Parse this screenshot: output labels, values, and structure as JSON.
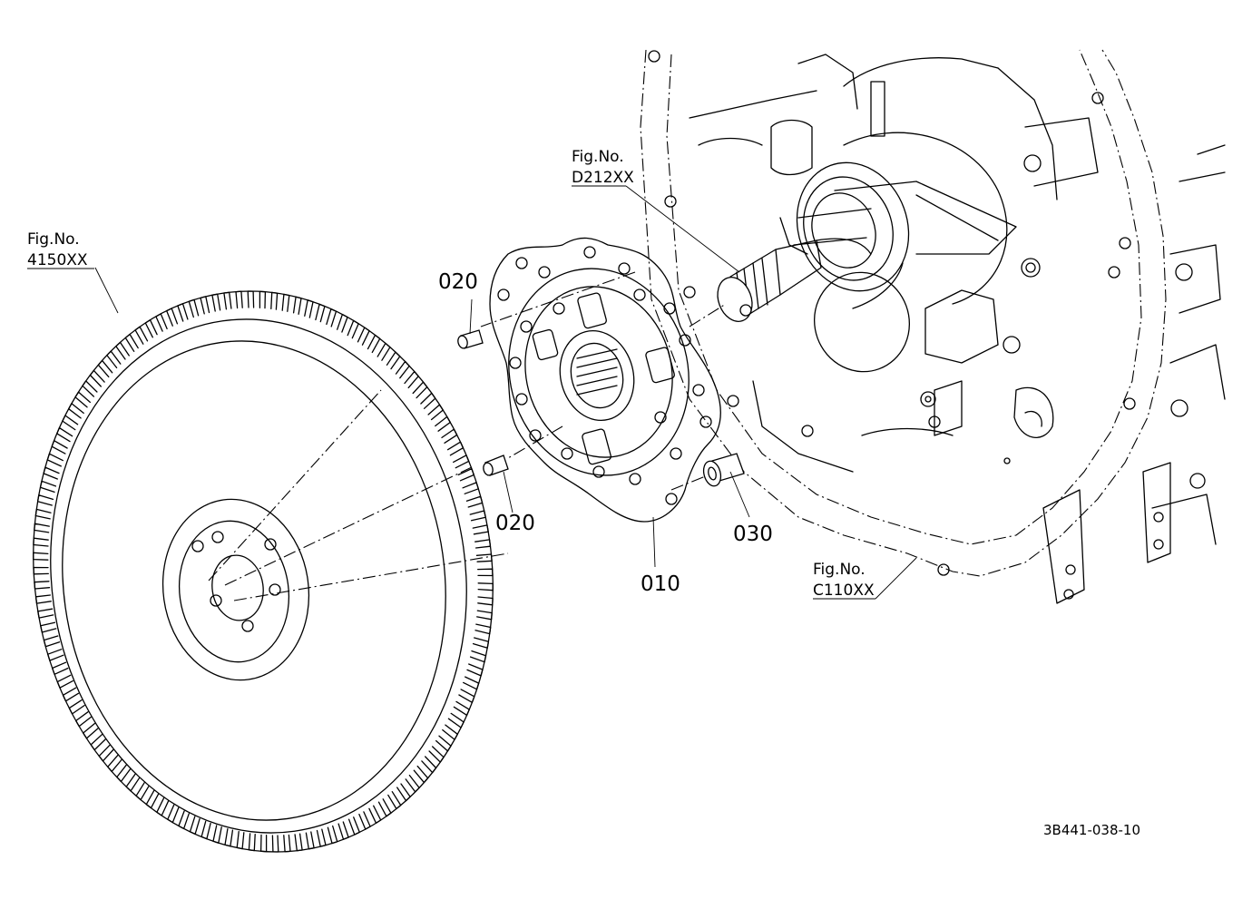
{
  "callouts": {
    "part_010": "010",
    "part_020_upper": "020",
    "part_020_lower": "020",
    "part_030": "030"
  },
  "figure_refs": {
    "flywheel": {
      "label": "Fig.No.",
      "number": "4150XX"
    },
    "shaft": {
      "label": "Fig.No.",
      "number": "D212XX"
    },
    "housing": {
      "label": "Fig.No.",
      "number": "C110XX"
    }
  },
  "drawing_code": "3B441-038-10",
  "colors": {
    "ink": "#000000",
    "paper": "#ffffff"
  }
}
